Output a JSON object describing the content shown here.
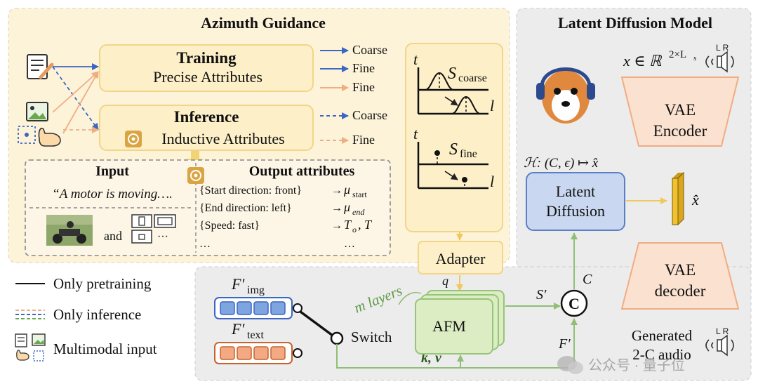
{
  "azimuth": {
    "title": "Azimuth Guidance",
    "training_title": "Training",
    "training_sub": "Precise Attributes",
    "inference_title": "Inference",
    "inference_sub": "Inductive Attributes",
    "out_coarse_1": "Coarse",
    "out_fine_1": "Fine",
    "out_fine_2": "Fine",
    "out_coarse_2": "Coarse",
    "out_fine_3": "Fine",
    "input_title": "Input",
    "input_text": "“A motor is moving….",
    "and_text": "and",
    "dots": "···",
    "output_title": "Output attributes",
    "attrs": [
      {
        "k": "{Start direction: front}",
        "arrow": "→",
        "v": "μ",
        "sub": "start"
      },
      {
        "k": "{End direction: left}",
        "arrow": "→",
        "v": "μ",
        "sub": "end"
      },
      {
        "k": "{Speed: fast}",
        "arrow": "→",
        "v": "T",
        "sub": "o",
        "extra": ", T"
      },
      {
        "k": "…",
        "arrow": "",
        "v": "…",
        "sub": ""
      }
    ],
    "plot_t1": "t",
    "plot_s_coarse": "S",
    "plot_s_coarse_sub": "coarse",
    "plot_l1": "l",
    "plot_t2": "t",
    "plot_s_fine": "S",
    "plot_s_fine_sub": "fine",
    "plot_l2": "l",
    "adapter": "Adapter"
  },
  "ldm": {
    "title": "Latent Diffusion Model",
    "x_formula": "x ∈ ℝ",
    "x_sup": "2×L",
    "x_sup_sub": "s",
    "lr_label": "L R",
    "vae_encoder_1": "VAE",
    "vae_encoder_2": "Encoder",
    "h_formula": "ℋ: (C, ϵ) ↦ x̂",
    "latent_1": "Latent",
    "latent_2": "Diffusion",
    "xhat": "x̂",
    "vae_decoder_1": "VAE",
    "vae_decoder_2": "decoder",
    "c_label": "C",
    "c_circle": "C",
    "generated_1": "Generated",
    "generated_2": "2-C audio",
    "lr_label_2": "L R"
  },
  "lower": {
    "f_img": "F′",
    "f_img_sub": "img",
    "f_text": "F′",
    "f_text_sub": "text",
    "switch": "Switch",
    "m_layers": "m layers",
    "q": "q",
    "kv": "k, v",
    "afm": "AFM",
    "s_prime": "S′",
    "f_prime": "F′"
  },
  "legend": {
    "pretraining": "Only pretraining",
    "inference": "Only inference",
    "multimodal": "Multimodal input"
  },
  "watermark": "公众号 · 量子位",
  "colors": {
    "azimuth_bg": "#fdf3d9",
    "ldm_bg": "#ececec",
    "box_fill": "#fdf0c8",
    "box_stroke": "#f2d588",
    "blue": "#3b66c4",
    "orange": "#f0ad82",
    "latent_fill": "#c9d8f0",
    "latent_stroke": "#5b7fc7",
    "vae_fill": "#fbe1cf",
    "vae_stroke": "#f0ad82",
    "afm_fill": "#dcedc4",
    "afm_stroke": "#97c47a",
    "green": "#8fbf76",
    "img_tok_fill": "#7fa5e0",
    "img_tok_stroke": "#3b66c4",
    "txt_tok_fill": "#f3a981",
    "txt_tok_stroke": "#c8622e",
    "golden": "#e8b82a"
  },
  "icons": [
    "document-pen-icon",
    "image-icon",
    "hand-pointer-icon",
    "chatgpt-icon",
    "speaker-icon",
    "dog-with-headphones-icon",
    "motorcycle-photo",
    "layout-boxes-icon"
  ]
}
